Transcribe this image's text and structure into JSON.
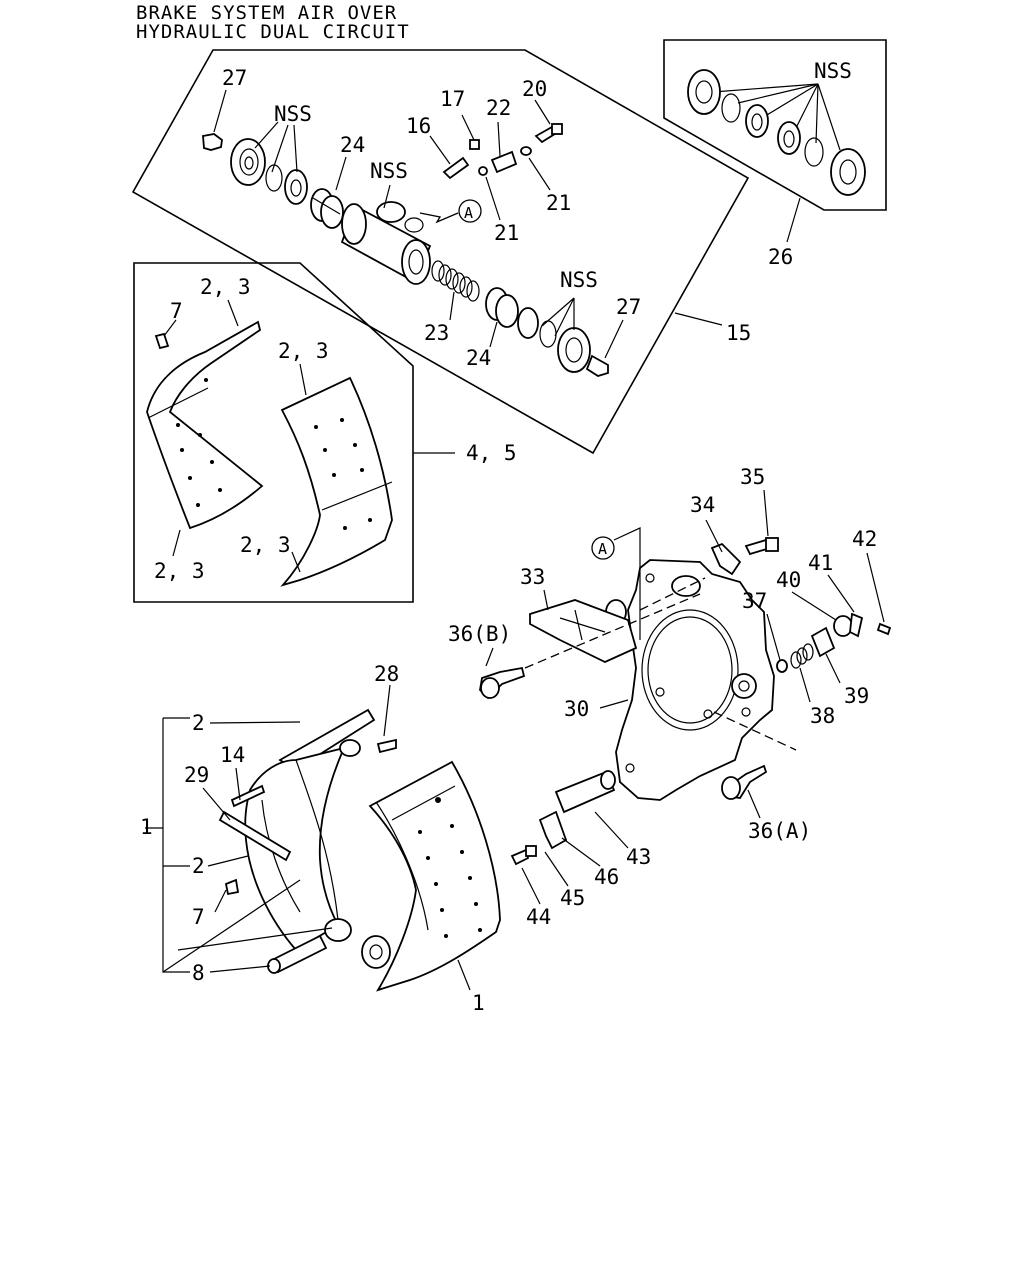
{
  "title": {
    "line1": "BRAKE SYSTEM AIR OVER",
    "line2": "HYDRAULIC DUAL CIRCUIT"
  },
  "labels": {
    "l27a": "27",
    "nss1": "NSS",
    "l24a": "24",
    "nss2": "NSS",
    "l17": "17",
    "l16": "16",
    "l22": "22",
    "l20": "20",
    "la1": "A",
    "l21a": "21",
    "l21b": "21",
    "nss3": "NSS",
    "l27b": "27",
    "l23": "23",
    "l24b": "24",
    "l15": "15",
    "nss4": "NSS",
    "l26": "26",
    "l7a": "7",
    "l23a": "2, 3",
    "l23b": "2, 3",
    "l45": "4, 5",
    "l23c": "2, 3",
    "l23d": "2, 3",
    "la2": "A",
    "l33": "33",
    "l34": "34",
    "l35": "35",
    "l42": "42",
    "l41": "41",
    "l40": "40",
    "l37": "37",
    "l36b": "36(B)",
    "l30": "30",
    "l39": "39",
    "l38": "38",
    "l28": "28",
    "l2a": "2",
    "l14": "14",
    "l29": "29",
    "l1a": "1",
    "l2b": "2",
    "l7b": "7",
    "l8": "8",
    "l1b": "1",
    "l43": "43",
    "l46": "46",
    "l45b": "45",
    "l44": "44",
    "l36a": "36(A)"
  }
}
